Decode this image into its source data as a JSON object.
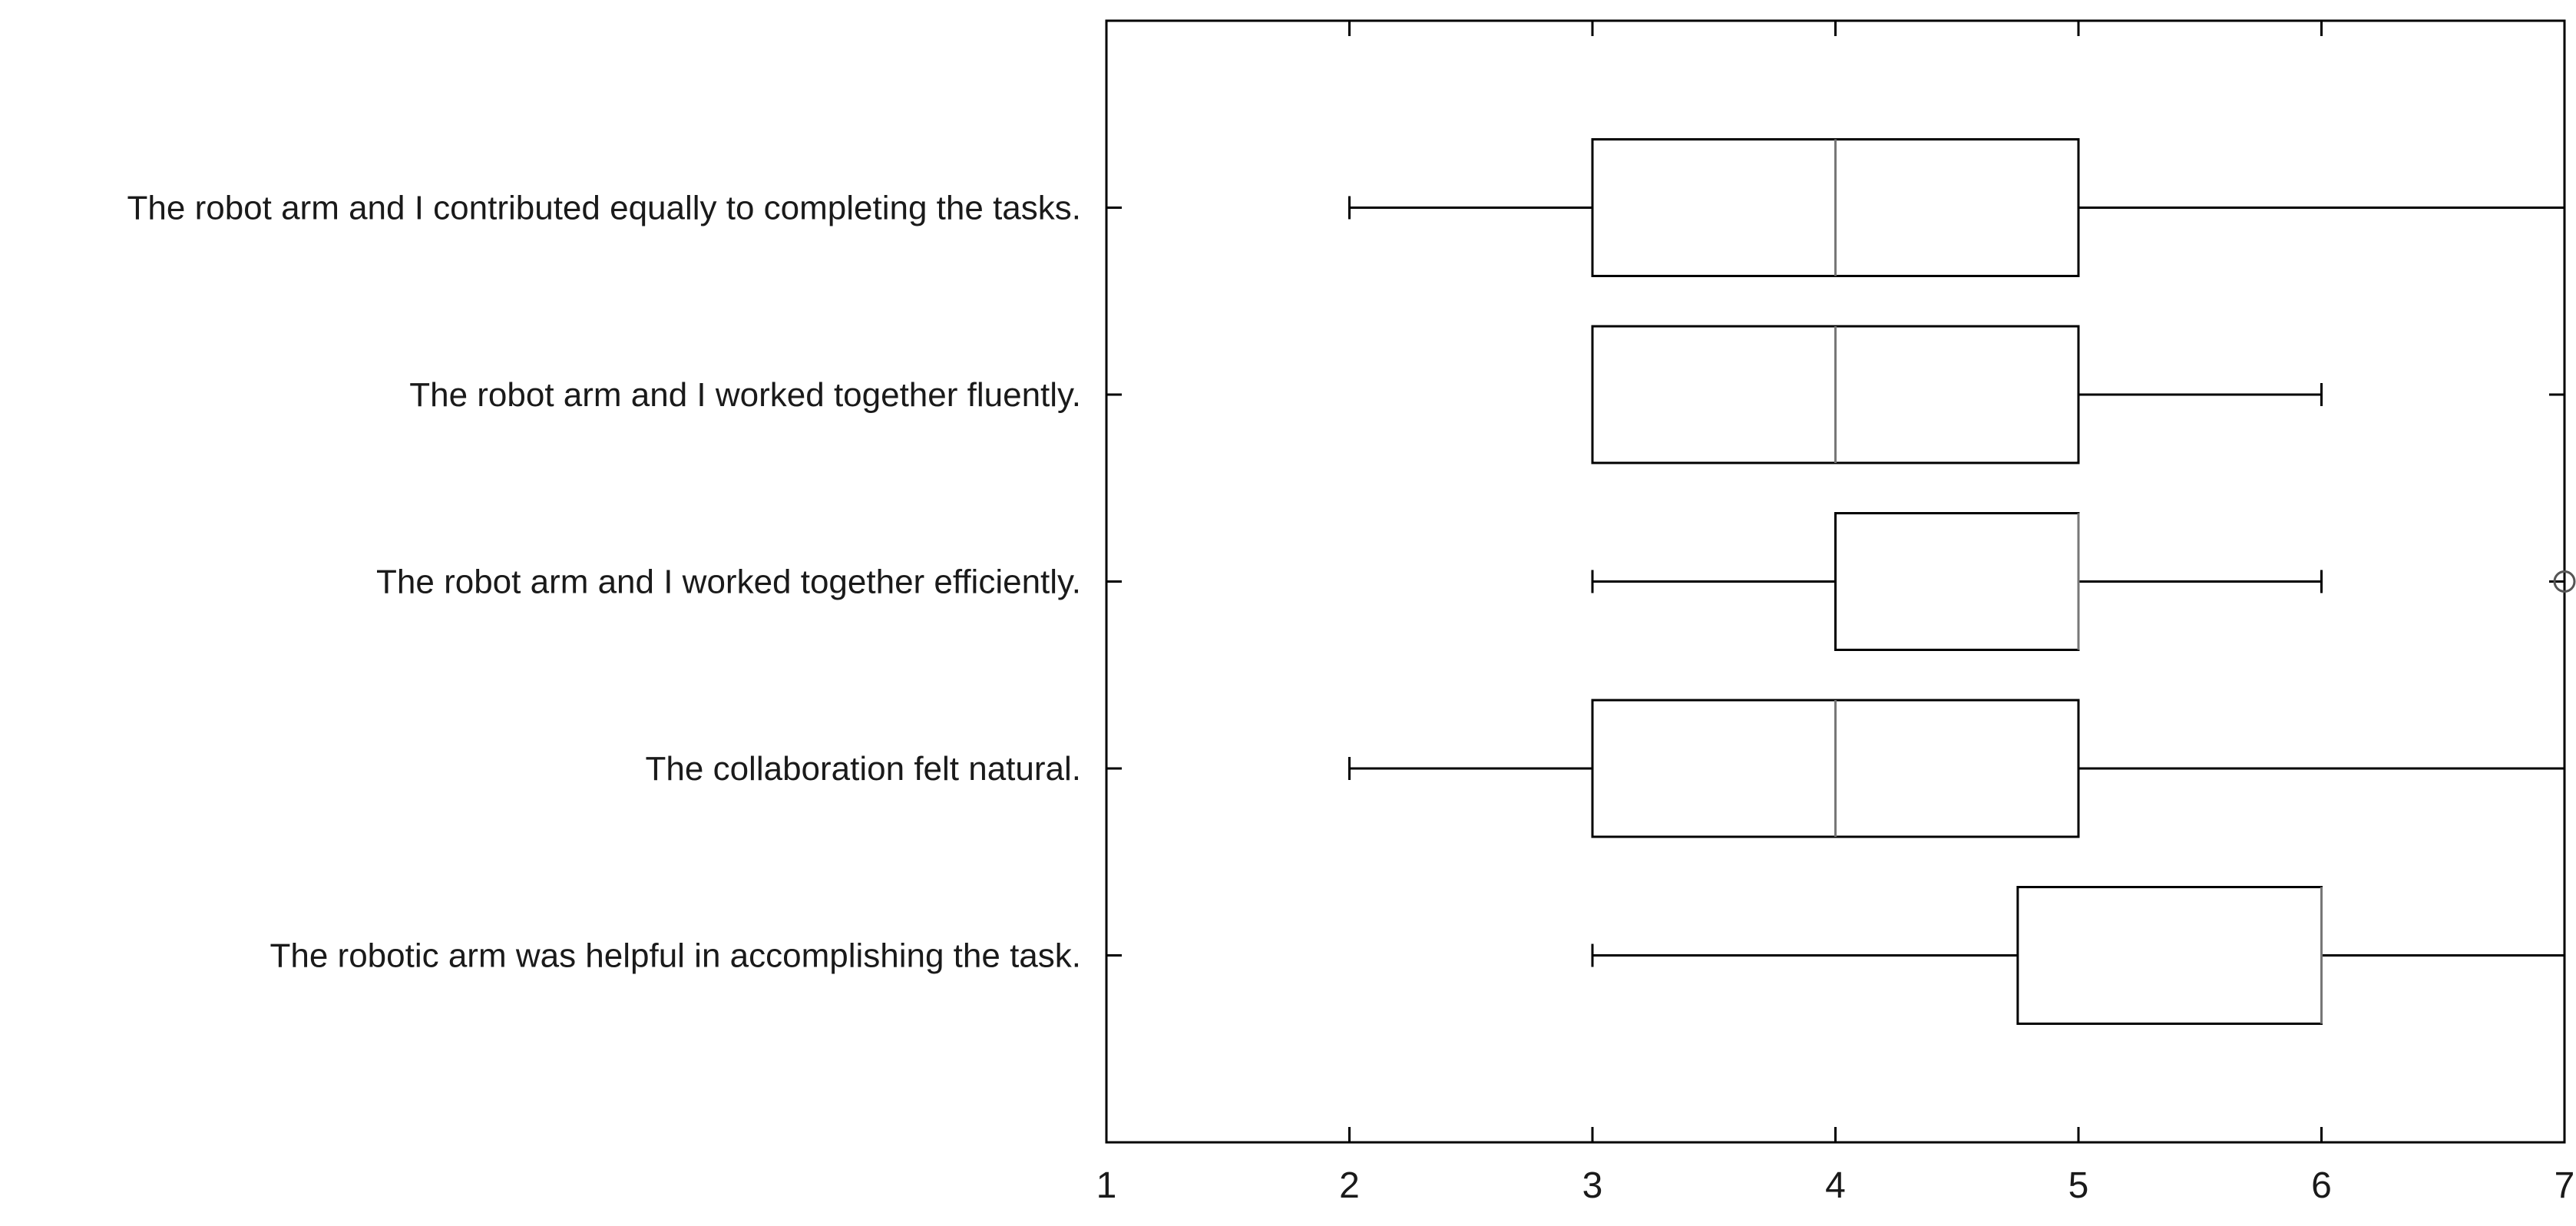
{
  "figure": {
    "background": "#ffffff",
    "line_color": "#000000",
    "median_color": "#777777",
    "outlier_color": "#555555",
    "text_color": "#1a1a1a"
  },
  "chart_data": {
    "type": "boxplot",
    "orientation": "horizontal",
    "title": "",
    "xlabel": "",
    "ylabel": "",
    "xlim": [
      1,
      7
    ],
    "x_ticks": [
      "1",
      "2",
      "3",
      "4",
      "5",
      "6",
      "7"
    ],
    "grid": false,
    "legend": "none",
    "categories": [
      "The robot arm and I contributed equally to completing the tasks.",
      "The robot arm and I worked together fluently.",
      "The robot arm and I worked together efficiently.",
      "The collaboration felt natural.",
      "The robotic arm was helpful in accomplishing the task."
    ],
    "series": [
      {
        "label": "The robot arm and I contributed equally to completing the tasks.",
        "whisker_low": 2,
        "q1": 3,
        "median": 4,
        "q3": 5,
        "whisker_high": 7,
        "outliers": []
      },
      {
        "label": "The robot arm and I worked together fluently.",
        "whisker_low": 3,
        "q1": 3,
        "median": 4,
        "q3": 5,
        "whisker_high": 6,
        "outliers": []
      },
      {
        "label": "The robot arm and I worked together efficiently.",
        "whisker_low": 3,
        "q1": 4,
        "median": 5,
        "q3": 5,
        "whisker_high": 6,
        "outliers": [
          7
        ]
      },
      {
        "label": "The collaboration felt natural.",
        "whisker_low": 2,
        "q1": 3,
        "median": 4,
        "q3": 5,
        "whisker_high": 7,
        "outliers": []
      },
      {
        "label": "The robotic arm was helpful in accomplishing the task.",
        "whisker_low": 3,
        "q1": 4.75,
        "median": 6,
        "q3": 6,
        "whisker_high": 7,
        "outliers": []
      }
    ]
  }
}
